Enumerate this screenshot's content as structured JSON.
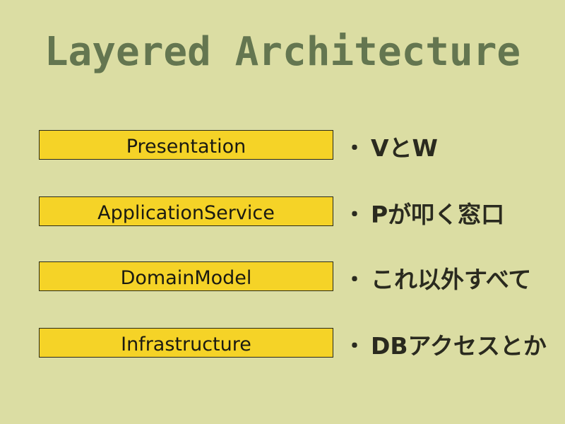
{
  "title": "Layered Architecture",
  "layers": [
    {
      "label": "Presentation",
      "note": "VとW"
    },
    {
      "label": "ApplicationService",
      "note": "Pが叩く窓口"
    },
    {
      "label": "DomainModel",
      "note": "これ以外すべて"
    },
    {
      "label": "Infrastructure",
      "note": "DBアクセスとか"
    }
  ],
  "bullet_char": "・",
  "colors": {
    "background": "#dbdda3",
    "title": "#647650",
    "layer_fill": "#f5d327",
    "layer_border": "#2a2a1a",
    "text": "#2a2a1f"
  }
}
